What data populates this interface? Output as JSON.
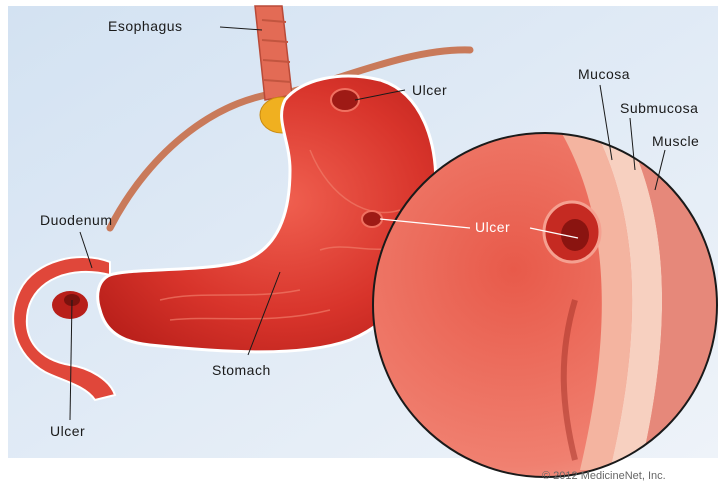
{
  "labels": {
    "esophagus": "Esophagus",
    "ulcer_top": "Ulcer",
    "mucosa": "Mucosa",
    "submucosa": "Submucosa",
    "muscle": "Muscle",
    "duodenum": "Duodenum",
    "ulcer_center": "Ulcer",
    "stomach": "Stomach",
    "ulcer_bottom": "Ulcer"
  },
  "credit": "© 2012 MedicineNet, Inc.",
  "colors": {
    "background": "#dfe9f4",
    "stomach": "#d8342b",
    "stomach_dark": "#b81f1a",
    "tissue": "#f2a08f",
    "nerve": "#c97a5a",
    "fat": "#f0b020"
  }
}
